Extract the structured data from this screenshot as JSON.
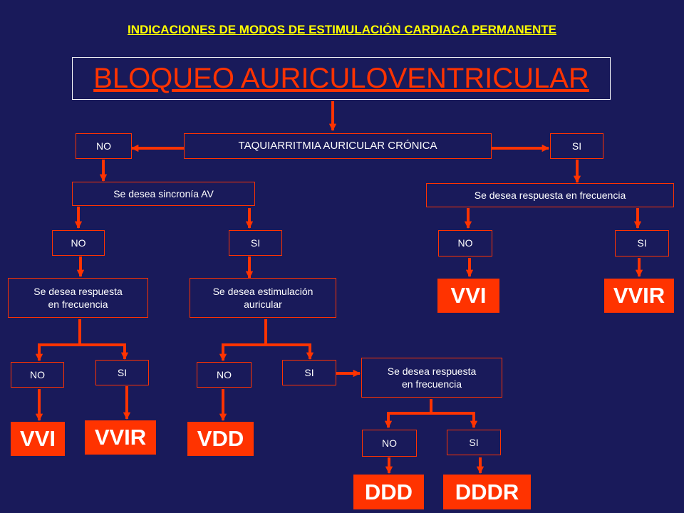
{
  "header": {
    "subtitle": "INDICACIONES DE MODOS DE ESTIMULACIÓN CARDIACA PERMANENTE",
    "title": "BLOQUEO AURICULOVENTRICULAR"
  },
  "colors": {
    "background": "#191a5a",
    "accent": "#ff3300",
    "subtitle": "#ffff00",
    "text": "#ffffff"
  },
  "nodes": {
    "taqui": "TAQUIARRITMIA AURICULAR CRÓNICA",
    "taqui_no": "NO",
    "taqui_si": "SI",
    "sincronia": "Se desea sincronía AV",
    "sincronia_no": "NO",
    "sincronia_si": "SI",
    "resp_freq_left": "Se desea respuesta en frecuencia",
    "resp_left_no": "NO",
    "resp_left_si": "SI",
    "estim_auricular": "Se desea estimulación auricular",
    "estim_no": "NO",
    "estim_si": "SI",
    "resp_freq_mid": "Se desea respuesta en frecuencia",
    "resp_mid_no": "NO",
    "resp_mid_si": "SI",
    "resp_freq_right": "Se desea respuesta en frecuencia",
    "resp_right_no": "NO",
    "resp_right_si": "SI"
  },
  "results": {
    "vvi_left": "VVI",
    "vvir_left": "VVIR",
    "vdd": "VDD",
    "ddd": "DDD",
    "dddr": "DDDR",
    "vvi_right": "VVI",
    "vvir_right": "VVIR"
  }
}
